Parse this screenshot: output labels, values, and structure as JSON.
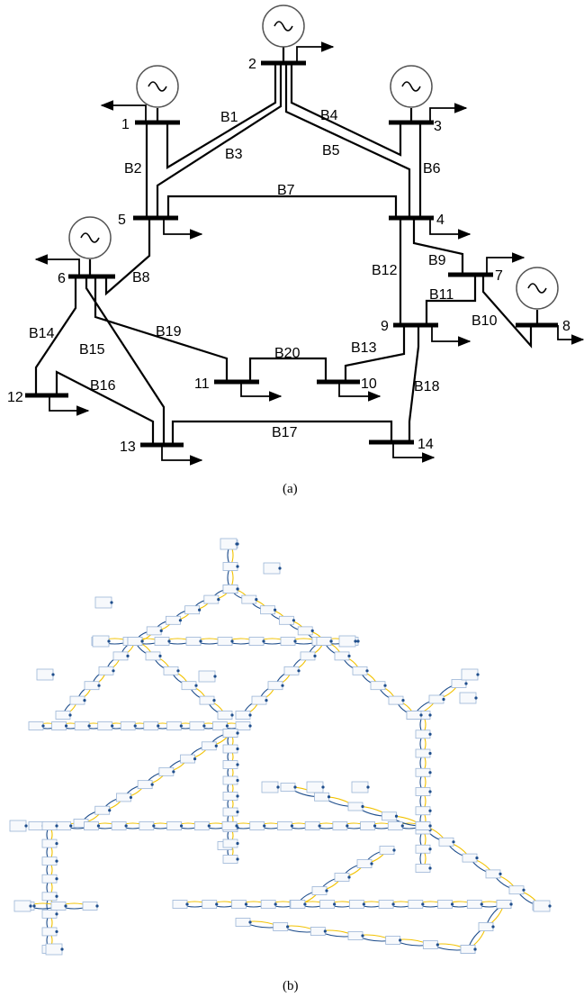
{
  "diagram_a": {
    "caption": "(a)",
    "bus_labels": [
      "1",
      "2",
      "3",
      "4",
      "5",
      "6",
      "7",
      "8",
      "9",
      "10",
      "11",
      "12",
      "13",
      "14"
    ],
    "branch_labels": [
      "B1",
      "B2",
      "B3",
      "B4",
      "B5",
      "B6",
      "B7",
      "B8",
      "B9",
      "B10",
      "B11",
      "B12",
      "B13",
      "B14",
      "B15",
      "B16",
      "B17",
      "B18",
      "B19",
      "B20"
    ],
    "generator_buses": [
      "1",
      "2",
      "3",
      "6",
      "8"
    ]
  },
  "diagram_b": {
    "caption": "(b)",
    "colors": {
      "blue": "#1f4e8c",
      "yellow": "#f2c200",
      "box_border": "#9bb5d6",
      "box_fill": "#f7f9fc"
    }
  }
}
